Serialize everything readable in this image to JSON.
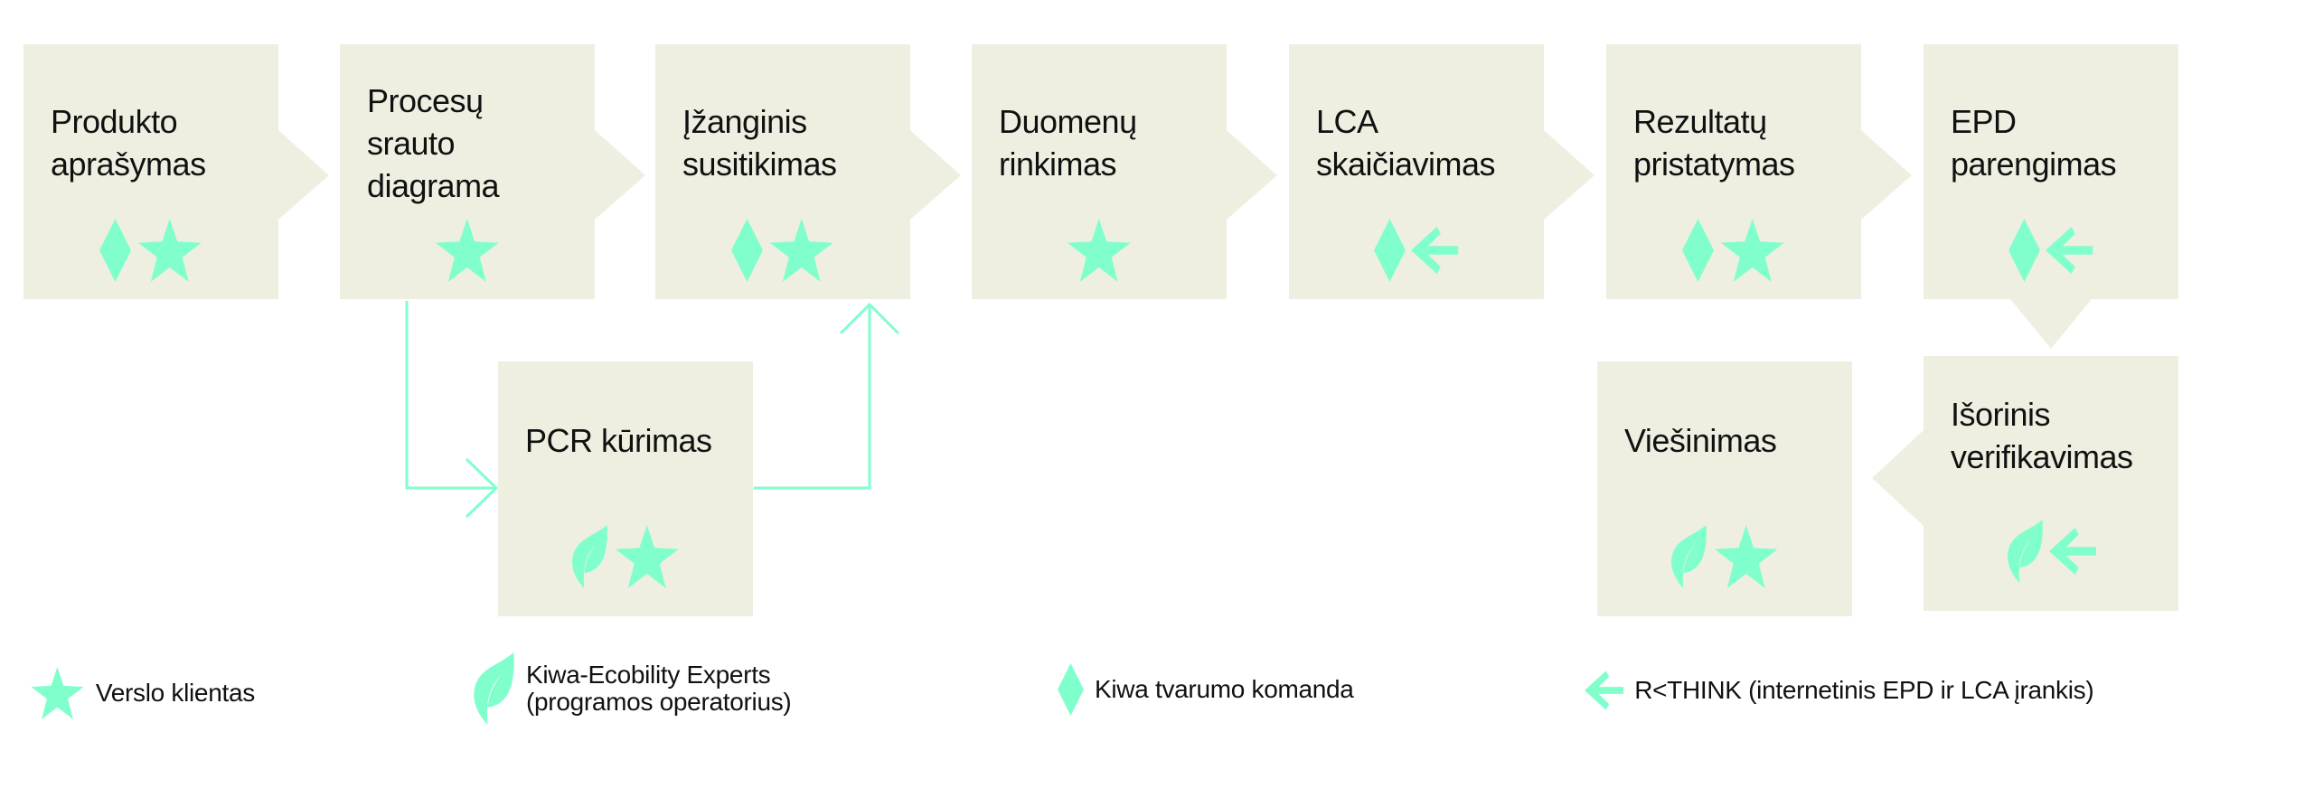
{
  "colors": {
    "box": "#efefe1",
    "accent": "#80ffcc",
    "text": "#111111"
  },
  "steps": [
    {
      "id": "produkto",
      "lines": [
        "Produkto",
        "aprašymas"
      ],
      "icons": [
        "diamond",
        "star"
      ]
    },
    {
      "id": "procesu",
      "lines": [
        "Procesų",
        "srauto",
        "diagrama"
      ],
      "icons": [
        "star"
      ]
    },
    {
      "id": "izanginis",
      "lines": [
        "Įžanginis",
        "susitikimas"
      ],
      "icons": [
        "diamond",
        "star"
      ]
    },
    {
      "id": "duomenu",
      "lines": [
        "Duomenų",
        "rinkimas"
      ],
      "icons": [
        "star"
      ]
    },
    {
      "id": "lca",
      "lines": [
        "LCA",
        "skaičiavimas"
      ],
      "icons": [
        "diamond",
        "arrow"
      ]
    },
    {
      "id": "rezultatu",
      "lines": [
        "Rezultatų",
        "pristatymas"
      ],
      "icons": [
        "diamond",
        "star"
      ]
    },
    {
      "id": "epd",
      "lines": [
        "EPD",
        "parengimas"
      ],
      "icons": [
        "diamond",
        "arrow"
      ]
    },
    {
      "id": "pcr",
      "lines": [
        "PCR kūrimas"
      ],
      "icons": [
        "leaf",
        "star"
      ]
    },
    {
      "id": "isorinis",
      "lines": [
        "Išorinis",
        "verifikavimas"
      ],
      "icons": [
        "leaf",
        "arrow"
      ]
    },
    {
      "id": "viesinimas",
      "lines": [
        "Viešinimas"
      ],
      "icons": [
        "leaf",
        "star"
      ]
    }
  ],
  "legend": [
    {
      "icon": "star",
      "lines": [
        "Verslo klientas"
      ]
    },
    {
      "icon": "leaf",
      "lines": [
        "Kiwa-Ecobility Experts",
        "(programos operatorius)"
      ]
    },
    {
      "icon": "diamond",
      "lines": [
        "Kiwa tvarumo komanda"
      ]
    },
    {
      "icon": "arrow",
      "lines": [
        "R<THINK (internetinis EPD ir LCA įrankis)"
      ]
    }
  ]
}
